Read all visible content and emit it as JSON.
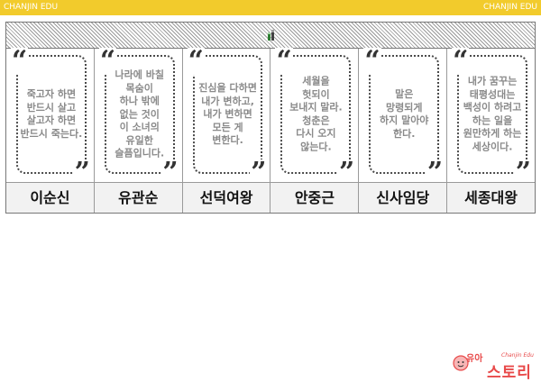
{
  "header": {
    "left_label": "CHANJIN EDU",
    "right_label": "CHANJIN EDU"
  },
  "banner": {
    "icon": "pencil-icon"
  },
  "cards": [
    {
      "name": "이순신",
      "quote": [
        "죽고자 하면",
        "반드시 살고",
        "살고자 하면",
        "반드시 죽는다."
      ]
    },
    {
      "name": "유관순",
      "quote": [
        "나라에 바칠",
        "목숨이",
        "하나 밖에",
        "없는 것이",
        "이 소녀의",
        "유일한",
        "슬픔입니다."
      ]
    },
    {
      "name": "선덕여왕",
      "quote": [
        "진심을 다하면",
        "내가 변하고,",
        "내가 변하면",
        "모든 게",
        "변한다."
      ]
    },
    {
      "name": "안중근",
      "quote": [
        "세월을",
        "헛되이",
        "보내지 말라.",
        "청춘은",
        "다시 오지",
        "않는다."
      ]
    },
    {
      "name": "신사임당",
      "quote": [
        "말은",
        "망령되게",
        "하지 말아야",
        "한다."
      ]
    },
    {
      "name": "세종대왕",
      "quote": [
        "내가 꿈꾸는",
        "태평성대는",
        "백성이 하려고",
        "하는 일을",
        "원만하게 하는",
        "세상이다."
      ]
    }
  ],
  "logo": {
    "top": "유아",
    "sub": "Chanjin Edu",
    "main": "스토리"
  },
  "colors": {
    "accent": "#f2cb2c",
    "brand": "#e84a4a"
  }
}
